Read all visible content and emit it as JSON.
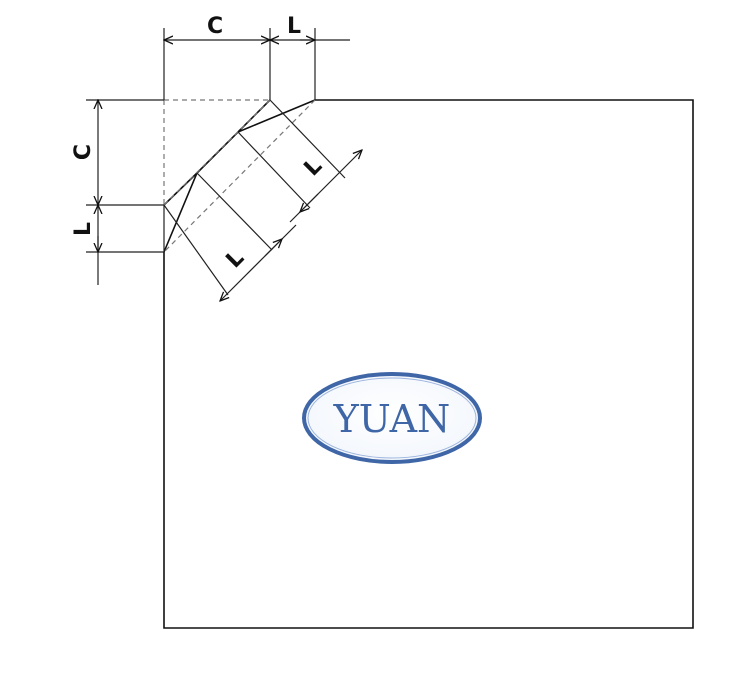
{
  "diagram": {
    "labels": {
      "top_c": "C",
      "top_l": "L",
      "left_c": "C",
      "left_l": "L",
      "diag_l_upper": "L",
      "diag_l_lower": "L"
    },
    "logo": {
      "text": "YUAN",
      "ring_color": "#3f66a6",
      "text_color": "#3f66a6"
    },
    "line_color": "#111111"
  }
}
